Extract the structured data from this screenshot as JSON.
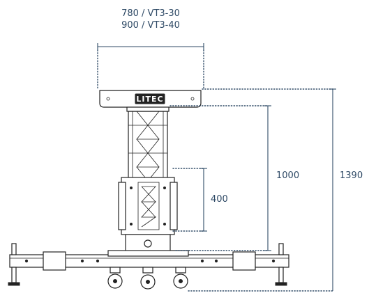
{
  "dimensions": {
    "top_width_label_1": "780 / VT3-30",
    "top_width_label_2": "900 / VT3-40",
    "mast_height": "1000",
    "sleeve_height": "400",
    "total_height": "1390"
  },
  "logo": "LITEC",
  "colors": {
    "dimension": "#2f4a66",
    "outline": "#222222"
  }
}
